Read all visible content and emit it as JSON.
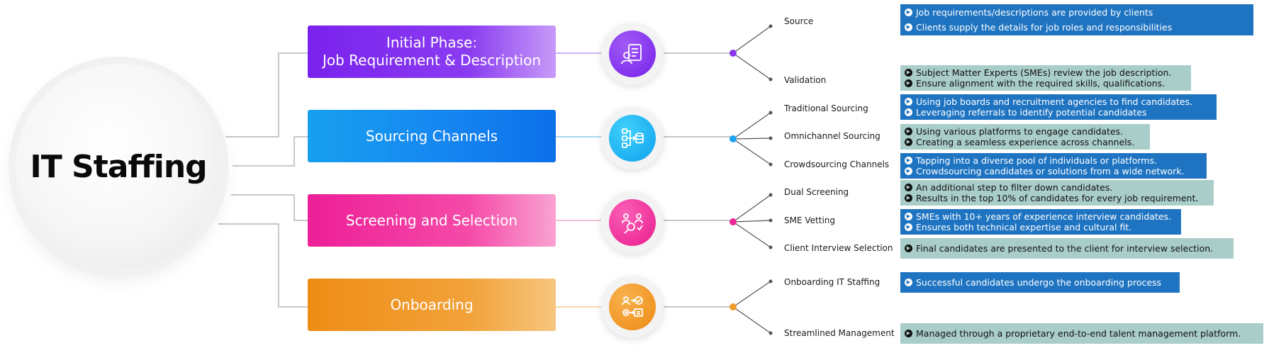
{
  "title": "IT Staffing",
  "phases": [
    {
      "title": "Initial Phase:\nJob Requirement & Description",
      "icon": "job-description-icon",
      "color": "#7a22ee",
      "items": [
        {
          "label": "Source",
          "box": "blue",
          "lines": [
            "Job requirements/descriptions are provided by clients",
            "Clients supply the details for job roles and responsibilities"
          ]
        },
        {
          "label": "Validation",
          "box": "gray",
          "lines": [
            "Subject Matter Experts (SMEs) review the job description.",
            "Ensure alignment with the required skills, qualifications."
          ]
        }
      ]
    },
    {
      "title": "Sourcing Channels",
      "icon": "data-flow-icon",
      "color": "#17a0ef",
      "items": [
        {
          "label": "Traditional Sourcing",
          "box": "blue",
          "lines": [
            "Using job boards and recruitment agencies to find candidates.",
            "Leveraging referrals to identify potential candidates"
          ]
        },
        {
          "label": "Omnichannel Sourcing",
          "box": "gray",
          "lines": [
            "Using various platforms to engage candidates.",
            "Creating a seamless experience across channels."
          ]
        },
        {
          "label": "Crowdsourcing Channels",
          "box": "blue",
          "lines": [
            "Tapping into a diverse pool of individuals or platforms.",
            "Crowdsourcing candidates or solutions from a wide network."
          ]
        }
      ]
    },
    {
      "title": "Screening and Selection",
      "icon": "candidate-search-icon",
      "color": "#ee1f97",
      "items": [
        {
          "label": "Dual Screening",
          "box": "gray",
          "lines": [
            "An additional step to filter down candidates.",
            "Results in the top 10% of candidates for every job requirement."
          ]
        },
        {
          "label": "SME Vetting",
          "box": "blue",
          "lines": [
            "SMEs with 10+ years of experience interview candidates.",
            "Ensures both technical expertise and cultural fit."
          ]
        },
        {
          "label": "Client Interview Selection",
          "box": "gray",
          "lines": [
            "Final candidates are presented to the client for interview selection."
          ]
        }
      ]
    },
    {
      "title": "Onboarding",
      "icon": "onboarding-workflow-icon",
      "color": "#ee8d15",
      "items": [
        {
          "label": "Onboarding IT Staffing",
          "box": "blue",
          "lines": [
            "Successful candidates undergo the onboarding process"
          ]
        },
        {
          "label": "Streamlined Management",
          "box": "gray",
          "lines": [
            "Managed through a proprietary end-to-end talent management platform."
          ]
        }
      ]
    }
  ]
}
